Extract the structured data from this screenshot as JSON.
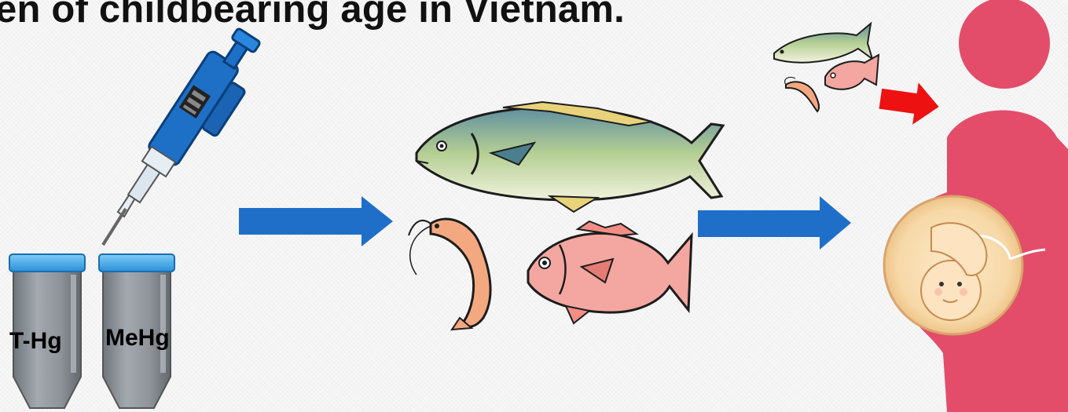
{
  "title": "en of childbearing age in Vietnam.",
  "tubes": [
    {
      "label": "T-Hg"
    },
    {
      "label": "MeHg"
    }
  ],
  "colors": {
    "arrow_blue": "#1f6fc9",
    "arrow_red": "#ee1111",
    "woman_pink": "#e34d6a",
    "tube_body": "#8a9096",
    "tube_cap": "#3a9ee0",
    "pipette_blue": "#1d70c6"
  },
  "icons": [
    "pipette-icon",
    "sample-tube-icon",
    "fish-icon",
    "red-snapper-icon",
    "shrimp-icon",
    "pregnant-woman-icon",
    "fetus-icon"
  ]
}
